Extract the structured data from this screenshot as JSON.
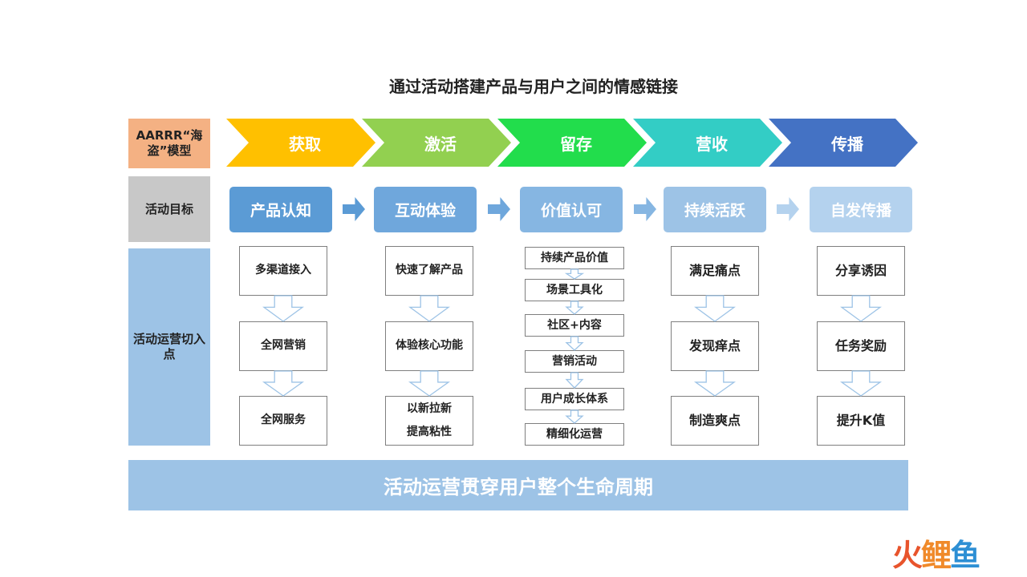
{
  "title": "通过活动搭建产品与用户之间的情感链接",
  "row_labels": {
    "model": "AARRR“海盗”模型",
    "goal": "活动目标",
    "entry": "活动运营切入点"
  },
  "stages": [
    {
      "label": "获取",
      "color": "#ffc000"
    },
    {
      "label": "激活",
      "color": "#92d050"
    },
    {
      "label": "留存",
      "color": "#22dd4c"
    },
    {
      "label": "营收",
      "color": "#33cdc5"
    },
    {
      "label": "传播",
      "color": "#4472c4"
    }
  ],
  "goals": [
    {
      "label": "产品认知",
      "color": "#5b9bd5"
    },
    {
      "label": "互动体验",
      "color": "#6fa7dc"
    },
    {
      "label": "价值认可",
      "color": "#86b6e2"
    },
    {
      "label": "持续活跃",
      "color": "#9dc3e6"
    },
    {
      "label": "自发传播",
      "color": "#b4d2ee"
    }
  ],
  "goal_arrow_colors": [
    "#5b9bd5",
    "#6fa7dc",
    "#86b6e2",
    "#b4d2ee"
  ],
  "entry_points": [
    [
      "多渠道接入",
      "全网营销",
      "全网服务"
    ],
    [
      "快速了解产品",
      "体验核心功能",
      "以新拉新\n提高粘性"
    ],
    [
      "持续产品价值",
      "场景工具化",
      "社区+内容",
      "营销活动",
      "用户成长体系",
      "精细化运营"
    ],
    [
      "满足痛点",
      "发现痒点",
      "制造爽点"
    ],
    [
      "分享诱因",
      "任务奖励",
      "提升K值"
    ]
  ],
  "bottom_banner": "活动运营贯穿用户整个生命周期",
  "logo": {
    "c1": "火",
    "c2": "鲤",
    "c3": "鱼"
  }
}
